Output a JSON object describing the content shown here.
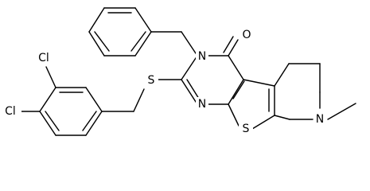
{
  "molecule": {
    "atom_labels": {
      "o": "O",
      "n_upper": "N",
      "s_thio": "S",
      "n_lower": "N",
      "s_ring": "S",
      "n_pip": "N",
      "cl_top": "Cl",
      "cl_bottom": "Cl"
    }
  }
}
